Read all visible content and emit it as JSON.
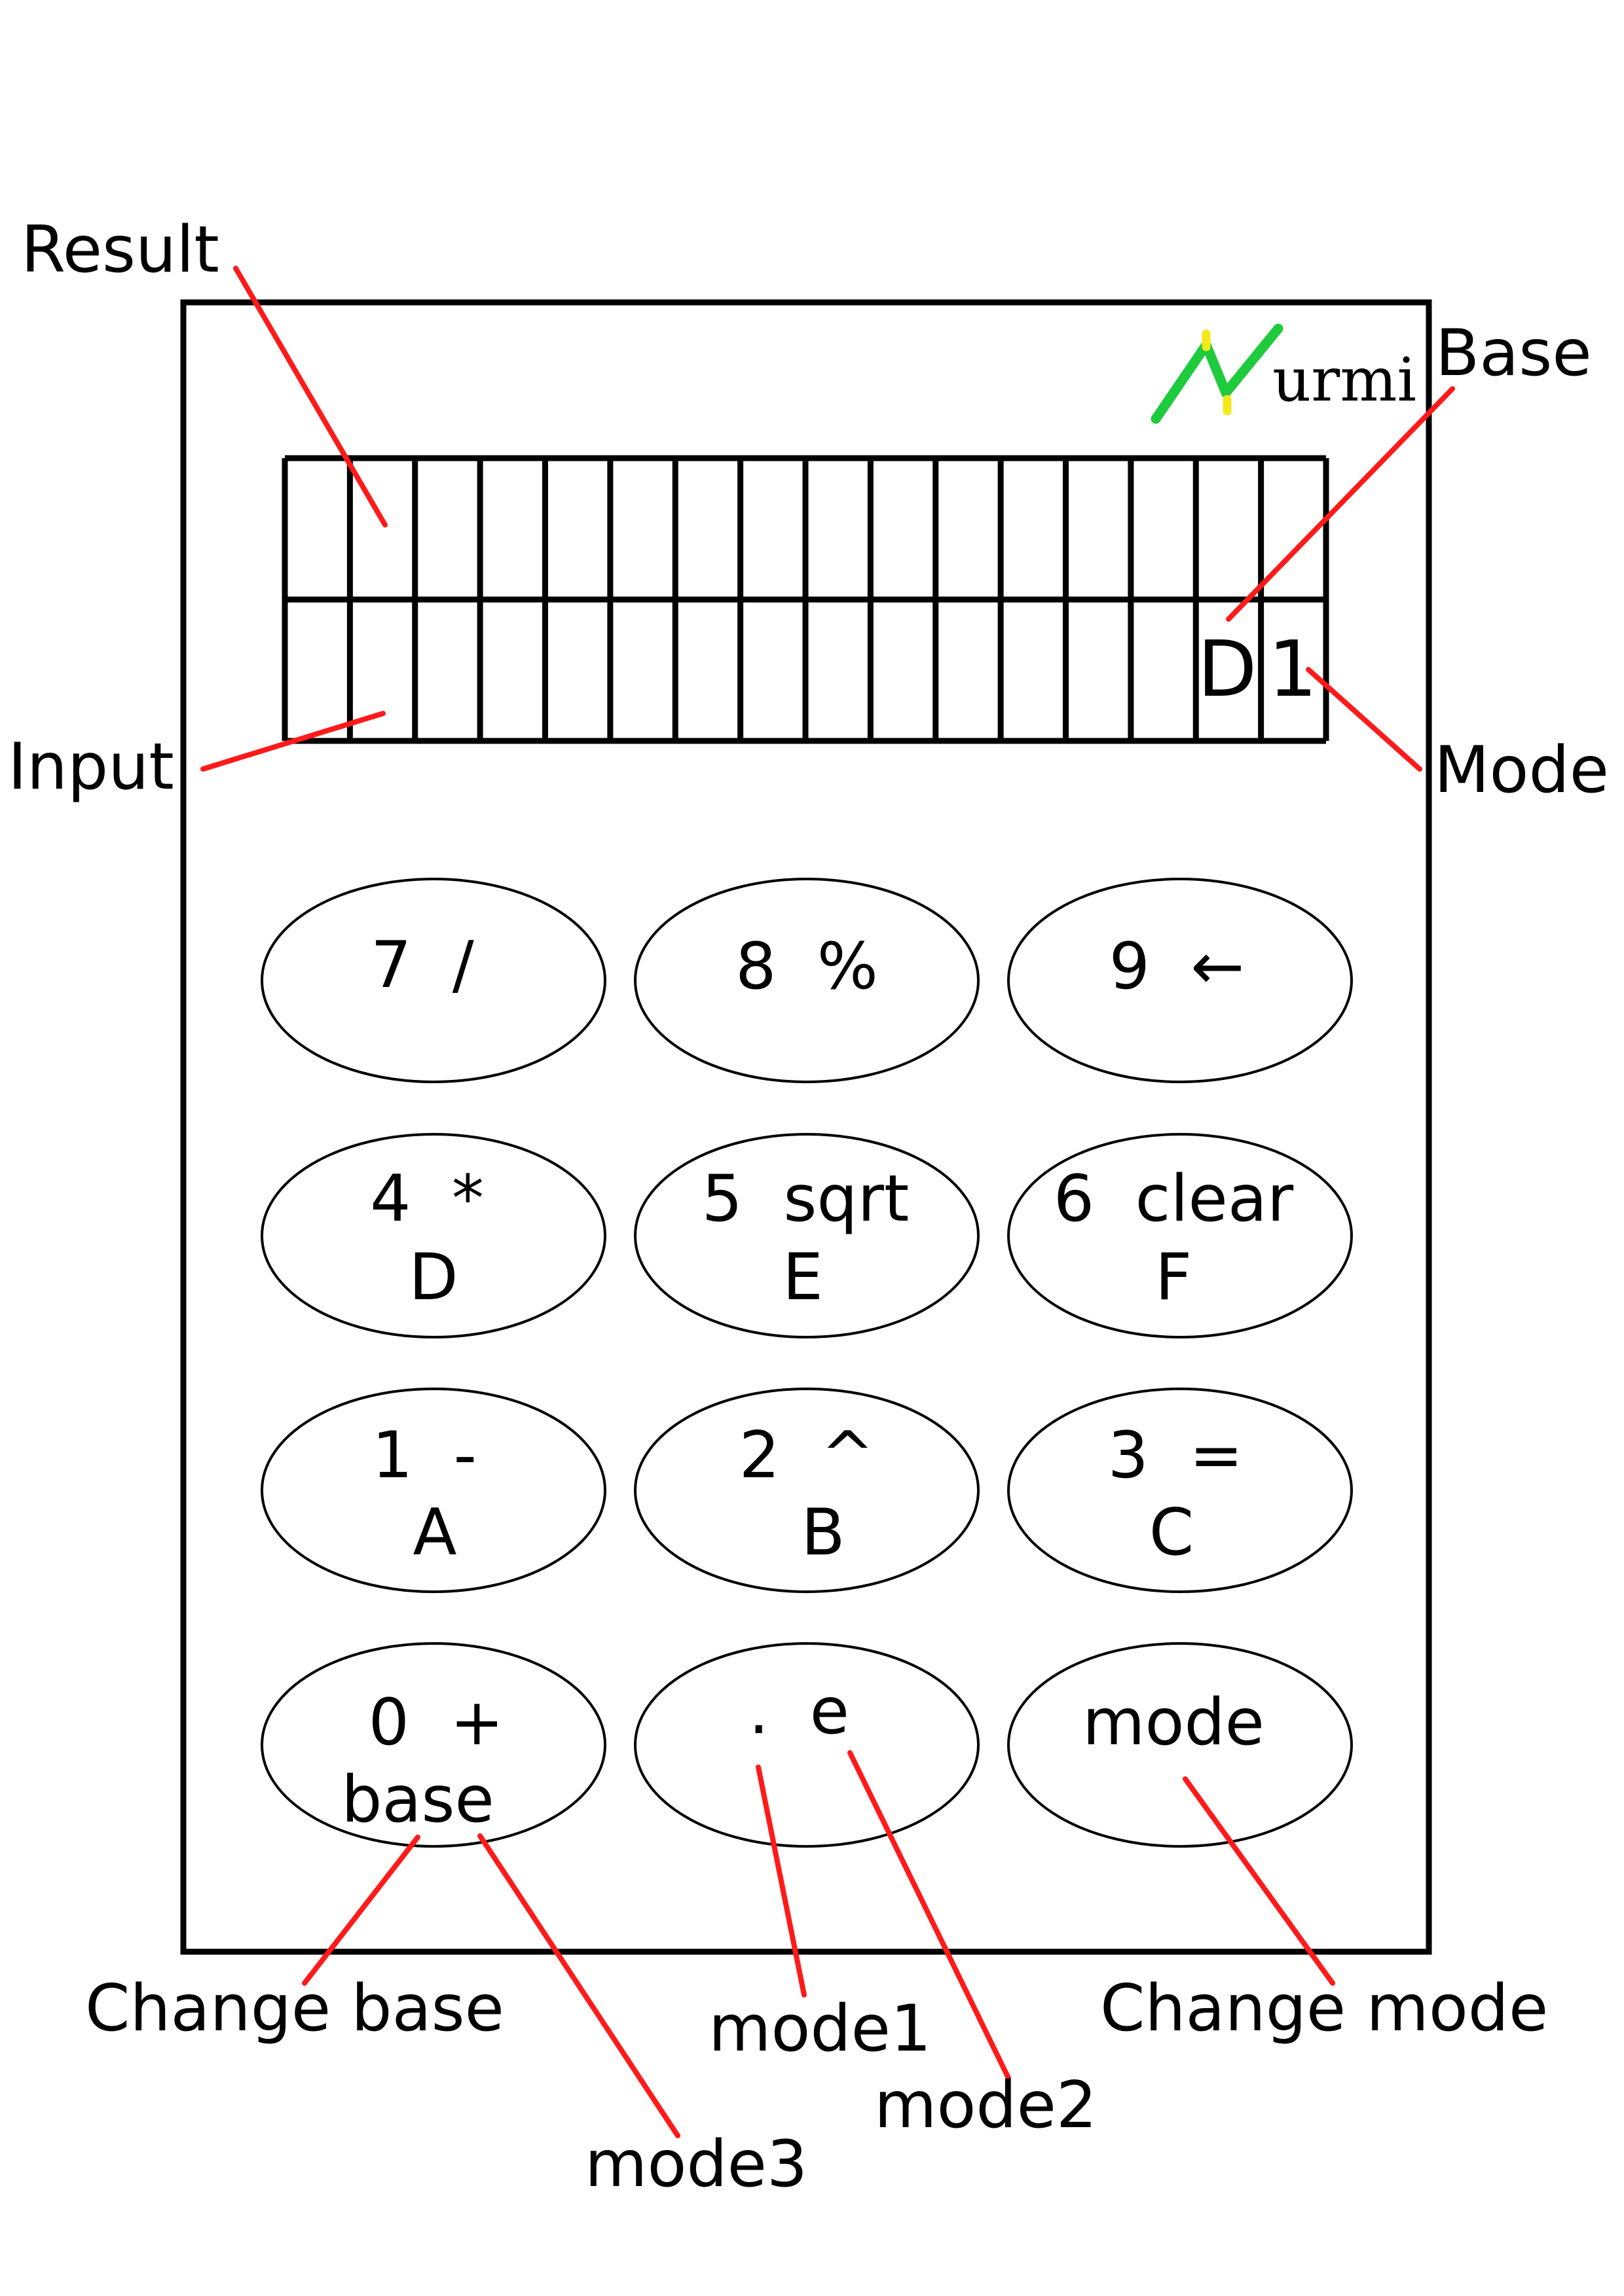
{
  "logo": {
    "text": "urmi",
    "colors": {
      "stroke": "#1ecb3c",
      "accent": "#f2e81a"
    }
  },
  "display": {
    "columns": 16,
    "rows": 2,
    "base_indicator": "D",
    "mode_indicator": "1"
  },
  "keys": [
    {
      "id": "key-7",
      "top": "7  /"
    },
    {
      "id": "key-8",
      "top": "8  %"
    },
    {
      "id": "key-9",
      "top": "9  ←"
    },
    {
      "id": "key-4",
      "top": "4  *",
      "bottom": "D"
    },
    {
      "id": "key-5",
      "top": "5  sqrt",
      "bottom": "E"
    },
    {
      "id": "key-6",
      "top": "6  clear",
      "bottom": "F"
    },
    {
      "id": "key-1",
      "top": "1  -",
      "bottom": "A"
    },
    {
      "id": "key-2",
      "top": "2  ^",
      "bottom": "B"
    },
    {
      "id": "key-3",
      "top": "3  =",
      "bottom": "C"
    },
    {
      "id": "key-0",
      "top": "0  +",
      "bottom": "base"
    },
    {
      "id": "key-dot",
      "top": ".  e"
    },
    {
      "id": "key-mode",
      "top": "mode"
    }
  ],
  "callouts": {
    "result": "Result",
    "input": "Input",
    "base": "Base",
    "mode": "Mode",
    "change_base": "Change base",
    "mode1": "mode1",
    "mode2": "mode2",
    "mode3": "mode3",
    "change_mode": "Change mode"
  },
  "colors": {
    "callout_line": "#ff1a1a",
    "outline": "#000000"
  }
}
